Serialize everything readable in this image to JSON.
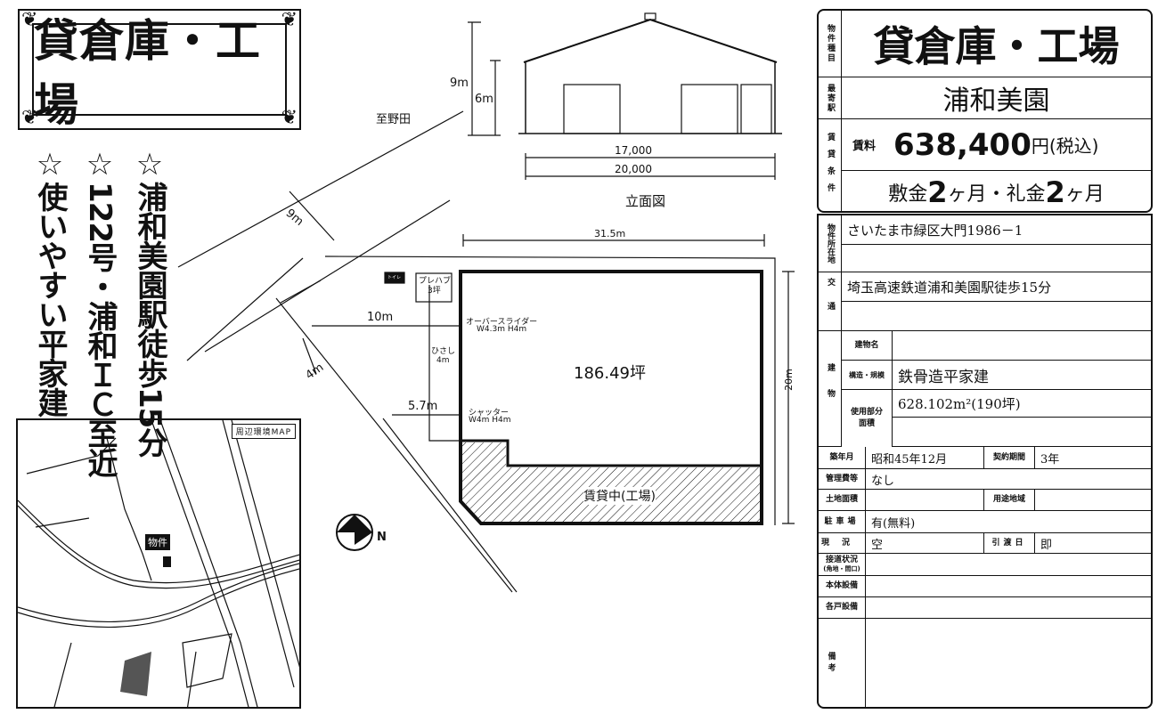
{
  "flyer_title": "貸倉庫・工場",
  "features": [
    "☆浦和美園駅徒歩15分",
    "☆122号・浦和ＩＣ至近",
    "☆使いやすい平家建"
  ],
  "map": {
    "label": "周辺環境MAP",
    "pin": "物件"
  },
  "elevation": {
    "h_total": "9m",
    "h_eave": "6m",
    "w_inner": "17,000",
    "w_outer": "20,000",
    "caption": "立面図"
  },
  "site_plan": {
    "road_dir": "至野田",
    "road_width_main": "9m",
    "road_width_side": "4m",
    "setback_top": "10m",
    "setback_bottom": "5.7m",
    "width": "31.5m",
    "depth": "20m",
    "area": "186.49坪",
    "rented_area": "賃貸中(工場)",
    "prefab": "プレハブ",
    "prefab_size": "3坪",
    "toilet": "トイレ",
    "door1_name": "オーバースライダー",
    "door1_size": "W4.3m  H4m",
    "eaves": "ひさし",
    "eaves_size": "4m",
    "door2_name": "シャッター",
    "door2_size": "W4m  H4m",
    "compass": "N"
  },
  "table": {
    "type_label": "物件種目",
    "type_value": "貸倉庫・工場",
    "station_label": "最寄駅",
    "station_value": "浦和美園",
    "terms_label": "賃貸条件",
    "rent_label": "賃料",
    "rent_value": "638,400",
    "rent_unit": "円(税込)",
    "deposit_a": "敷金",
    "deposit_n": "2",
    "deposit_b": "ヶ月・礼金",
    "key_n": "2",
    "key_b": "ヶ月",
    "address_label": "物件所在地",
    "address_value": "さいたま市緑区大門1986－1",
    "access_label": "交通",
    "access_value": "埼玉高速鉄道浦和美園駅徒歩15分",
    "building_label": "建物",
    "bname_label": "建物名",
    "bname_value": "",
    "structure_label": "構造・規模",
    "structure_value": "鉄骨造平家建",
    "area_label": "使用部分面積",
    "area_value": "628.102m²(190坪)",
    "built_label": "築年月",
    "built_value": "昭和45年12月",
    "contract_label": "契約期間",
    "contract_value": "3年",
    "mgmt_label": "管理費等",
    "mgmt_value": "なし",
    "land_label": "土地面積",
    "land_value": "",
    "zoning_label": "用途地域",
    "zoning_value": "",
    "parking_label": "駐車場",
    "parking_value": "有(無料)",
    "status_label": "現況",
    "status_value": "空",
    "handover_label": "引渡日",
    "handover_value": "即",
    "road_label": "接道状況",
    "road_sub": "(角地・間口)",
    "equip_label": "本体設備",
    "unit_equip_label": "各戸設備",
    "remarks_label": "備考"
  }
}
